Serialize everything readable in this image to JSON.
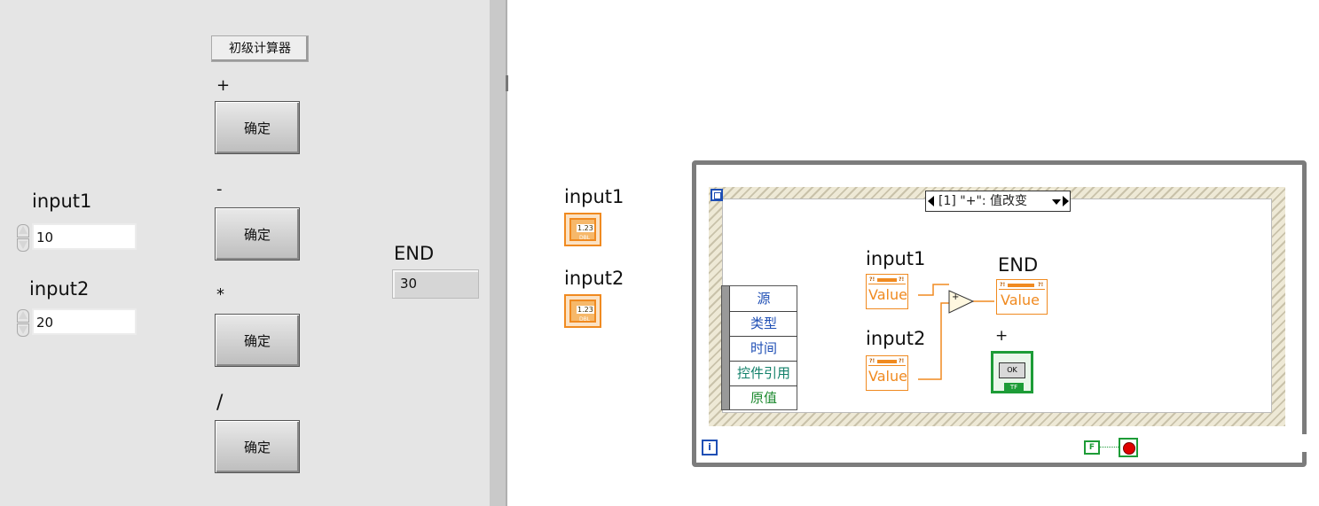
{
  "front_panel": {
    "title_button": "初级计算器",
    "input1": {
      "label": "input1",
      "value": "10"
    },
    "input2": {
      "label": "input2",
      "value": "20"
    },
    "ops": [
      {
        "symbol": "+",
        "button": "确定"
      },
      {
        "symbol": "-",
        "button": "确定"
      },
      {
        "symbol": "*",
        "button": "确定"
      },
      {
        "symbol": "/",
        "button": "确定"
      }
    ],
    "end": {
      "label": "END",
      "value": "30"
    }
  },
  "block_diagram": {
    "terminals": [
      {
        "label": "input1",
        "glyph": "1.23",
        "type": "DBL"
      },
      {
        "label": "input2",
        "glyph": "1.23",
        "type": "DBL"
      }
    ],
    "case_selector": "[1] \"+\": 值改变",
    "event_items": [
      "源",
      "类型",
      "时间",
      "控件引用",
      "原值"
    ],
    "event_item_colors": [
      "#1f4fb5",
      "#1f4fb5",
      "#1f4fb5",
      "#12806a",
      "#1d8a2f"
    ],
    "prop_nodes": [
      {
        "label": "input1",
        "value": "Value"
      },
      {
        "label": "input2",
        "value": "Value"
      }
    ],
    "end_node": {
      "label": "END",
      "value": "Value"
    },
    "add_op": "+",
    "plus_label": "+",
    "bool_button": "OK",
    "bool_type": "TF",
    "iter_label": "i",
    "false_const": "F"
  }
}
